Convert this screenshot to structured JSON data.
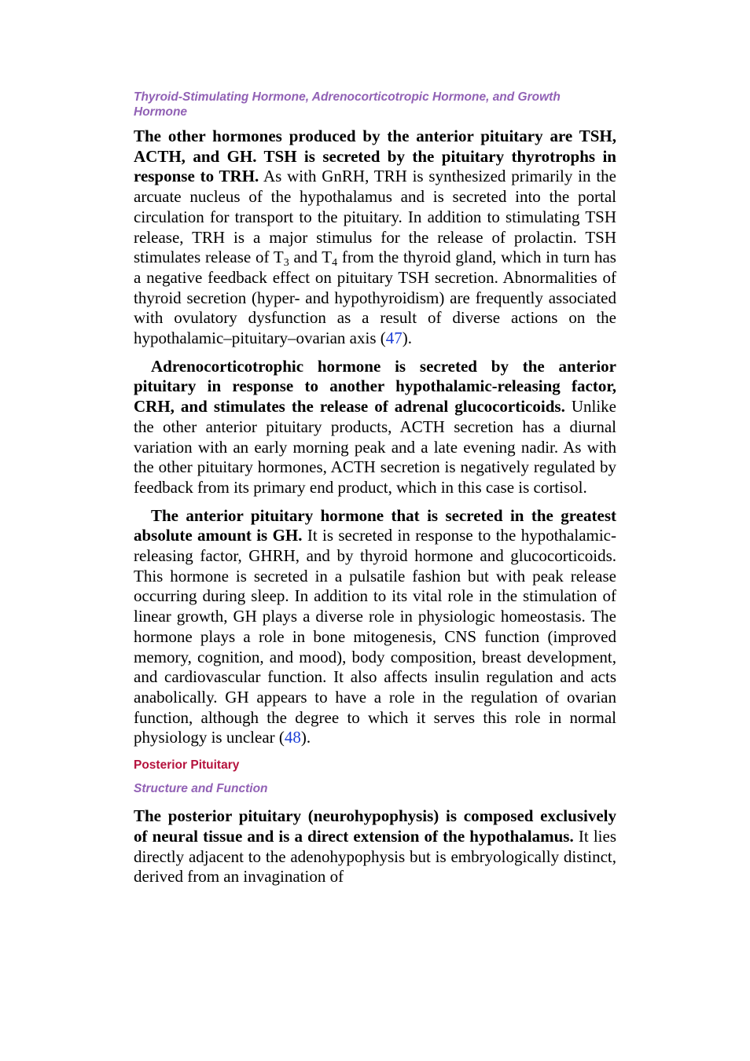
{
  "section1": {
    "heading": "Thyroid-Stimulating Hormone, Adrenocorticotropic Hormone, and Growth Hormone",
    "p1": {
      "lead": "The other hormones produced by the anterior pituitary are TSH, ACTH, and GH. TSH is secreted by the pituitary thyrotrophs in response to TRH.",
      "t1": " As with GnRH, TRH is synthesized primarily in the arcuate nucleus of the hypothalamus and is secreted into the portal circulation for transport to the pituitary. In addition to stimulating TSH release, TRH is a major stimulus for the release of prolactin. TSH stimulates release of T",
      "sub1": "3",
      "t2": " and T",
      "sub2": "4",
      "t3": " from the thyroid gland, which in turn has a negative feedback effect on pituitary TSH secretion. Abnormalities of thyroid secretion (hyper- and hypothyroidism) are frequently associated with ovulatory dysfunction as a result of diverse actions on the hypothalamic–pituitary–ovarian axis (",
      "ref": "47",
      "end": ")."
    },
    "p2": {
      "lead": "Adrenocorticotrophic hormone is secreted by the anterior pituitary in response to another hypothalamic-releasing factor, CRH, and stimulates the release of adrenal glucocorticoids.",
      "text": " Unlike the other anterior pituitary products, ACTH secretion has a diurnal variation with an early morning peak and a late evening nadir. As with the other pituitary hormones, ACTH secretion is negatively regulated by feedback from its primary end product, which in this case is cortisol."
    },
    "p3": {
      "lead": "The anterior pituitary hormone that is secreted in the greatest absolute amount is GH.",
      "text": " It is secreted in response to the hypothalamic-releasing factor, GHRH, and by thyroid hormone and glucocorticoids. This hormone is secreted in a pulsatile fashion but with peak release occurring during sleep. In addition to its vital role in the stimulation of linear growth, GH plays a diverse role in physiologic homeostasis. The hormone plays a role in bone mitogenesis, CNS function (improved memory, cognition, and mood), body composition, breast development, and cardiovascular function. It also affects insulin regulation and acts anabolically. GH appears to have a role in the regulation of ovarian function, although the degree to which it serves this role in normal physiology is unclear (",
      "ref": "48",
      "end": ")."
    }
  },
  "section2": {
    "heading": "Posterior Pituitary",
    "subheading": "Structure and Function",
    "p1": {
      "lead": "The posterior pituitary (neurohypophysis) is composed exclusively of neural tissue and is a direct extension of the hypothalamus.",
      "text": " It lies directly adjacent to the adenohypophysis but is embryologically distinct, derived from an invagination of"
    }
  }
}
